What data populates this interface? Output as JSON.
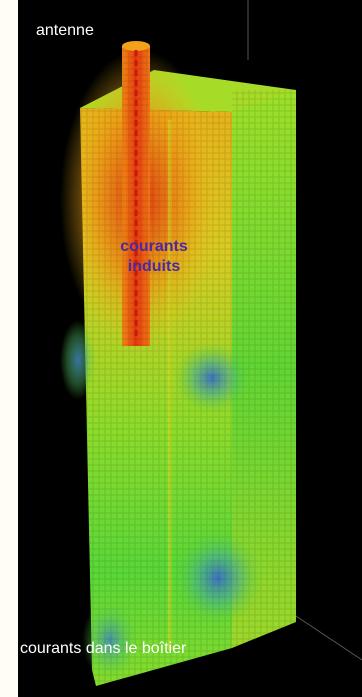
{
  "labels": {
    "antenna": "antenne",
    "induced_currents": "courants induits",
    "casing_currents": "courants dans le boîtier"
  },
  "colors": {
    "background": "#000000",
    "border": "#fffdf5",
    "antenna_label": "#ffffff",
    "induced_label": "#4a2aa0",
    "casing_label": "#ffffff",
    "current_high": "#e8260c",
    "current_mid": "#f2c317",
    "current_low": "#6ee62e",
    "current_min": "#3a78c8"
  }
}
